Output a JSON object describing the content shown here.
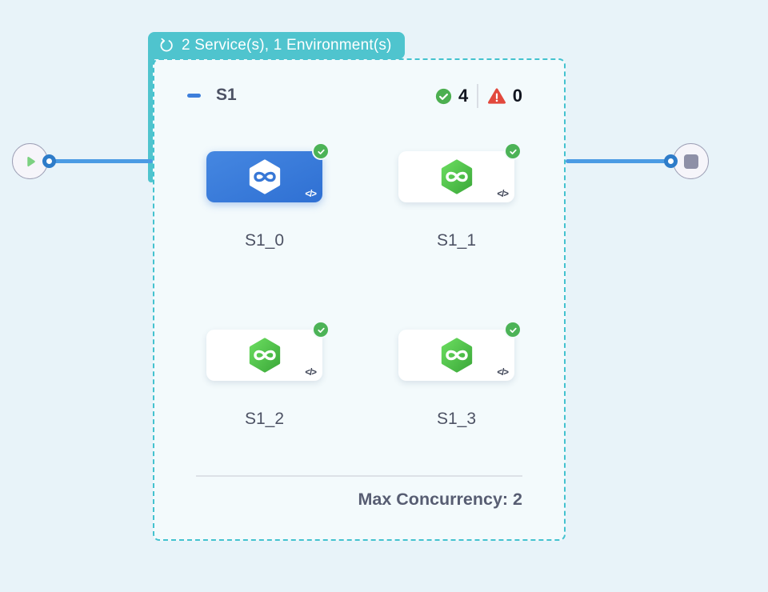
{
  "header_badge": {
    "label": "2 Service(s), 1 Environment(s)"
  },
  "stage": {
    "name": "S1",
    "success_count": "4",
    "error_count": "0",
    "max_concurrency_label": "Max Concurrency: 2",
    "services": [
      {
        "name": "S1_0",
        "selected": true,
        "status": "success"
      },
      {
        "name": "S1_1",
        "selected": false,
        "status": "success"
      },
      {
        "name": "S1_2",
        "selected": false,
        "status": "success"
      },
      {
        "name": "S1_3",
        "selected": false,
        "status": "success"
      }
    ]
  },
  "icons": {
    "code": "</>"
  },
  "colors": {
    "badge_teal": "#4FC4CE",
    "dashed_border_teal": "#43C2CF",
    "edge_blue": "#4B9BE4",
    "selected_card_blue": "#2F70D3",
    "success_green": "#4CB357",
    "error_red": "#E2493D"
  }
}
